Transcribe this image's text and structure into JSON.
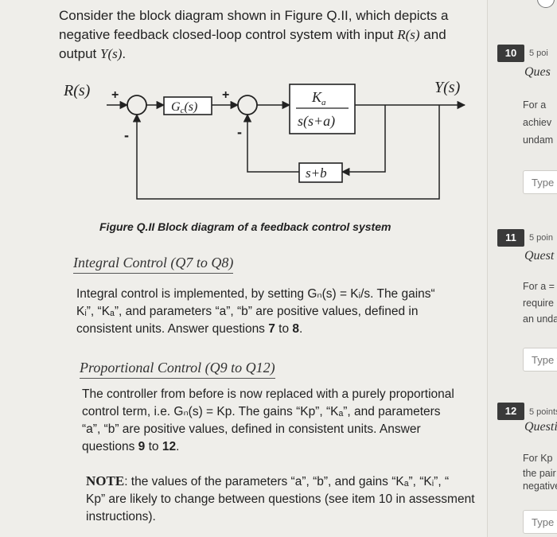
{
  "intro": {
    "line1": "Consider the block diagram shown in Figure Q.II, which depicts a",
    "line2_a": "negative feedback closed-loop control system with input ",
    "line2_math": "R(s)",
    "line2_b": " and",
    "line3_a": "output ",
    "line3_math": "Y(s)",
    "line3_b": "."
  },
  "diagram": {
    "input": "R(s)",
    "output": "Y(s)",
    "controller": "G",
    "controller_sub": "c",
    "controller_arg": "(s)",
    "plant_num_k": "K",
    "plant_num_sub": "a",
    "plant_den": "s(s+a)",
    "feedback": "s+b",
    "sign_plus1": "+",
    "sign_minus1": "-",
    "sign_plus2": "+",
    "sign_minus2": "-"
  },
  "caption": "Figure Q.II Block diagram of a feedback control system",
  "integral": {
    "title": "Integral Control (Q7 to Q8)",
    "l1": "Integral control is implemented, by setting Gₙ(s) = Kᵢ/s. The gains“",
    "l2": "Kᵢ”, “Kₐ”, and parameters “a”, “b” are positive values, defined in",
    "l3_a": "consistent units. Answer questions ",
    "l3_b": "7",
    "l3_c": " to ",
    "l3_d": "8",
    "l3_e": "."
  },
  "proportional": {
    "title": "Proportional Control (Q9 to Q12)",
    "l1": "The controller from before is now replaced with a purely proportional",
    "l2": "control term, i.e. Gₙ(s) = Kp. The gains “Kp”, “Kₐ”, and parameters",
    "l3": "“a”, “b” are positive values, defined in consistent units. Answer",
    "l4_a": "questions ",
    "l4_b": "9",
    "l4_c": " to ",
    "l4_d": "12",
    "l4_e": "."
  },
  "note": {
    "label": "NOTE",
    "l1": ": the values of the parameters “a”, “b”, and gains “Kₐ”, “Kᵢ”, “",
    "l2": "Kp” are likely to change between questions (see item 10 in assessment",
    "l3": "instructions)."
  },
  "sidebar": {
    "q10": {
      "num": "10",
      "points": "5 poi",
      "label": "Ques",
      "t1": "For a",
      "t2": "achiev",
      "t3": "undam",
      "input": "Type"
    },
    "q11": {
      "num": "11",
      "points": "5 poin",
      "label": "Quest",
      "t1": "For a =",
      "t2": "require",
      "t3": "an unda",
      "input": "Type y"
    },
    "q12": {
      "num": "12",
      "points": "5 points",
      "label": "Questi",
      "t1": "For Kp",
      "t2": "the pair c",
      "t3": "negative",
      "input": "Type yo"
    }
  }
}
